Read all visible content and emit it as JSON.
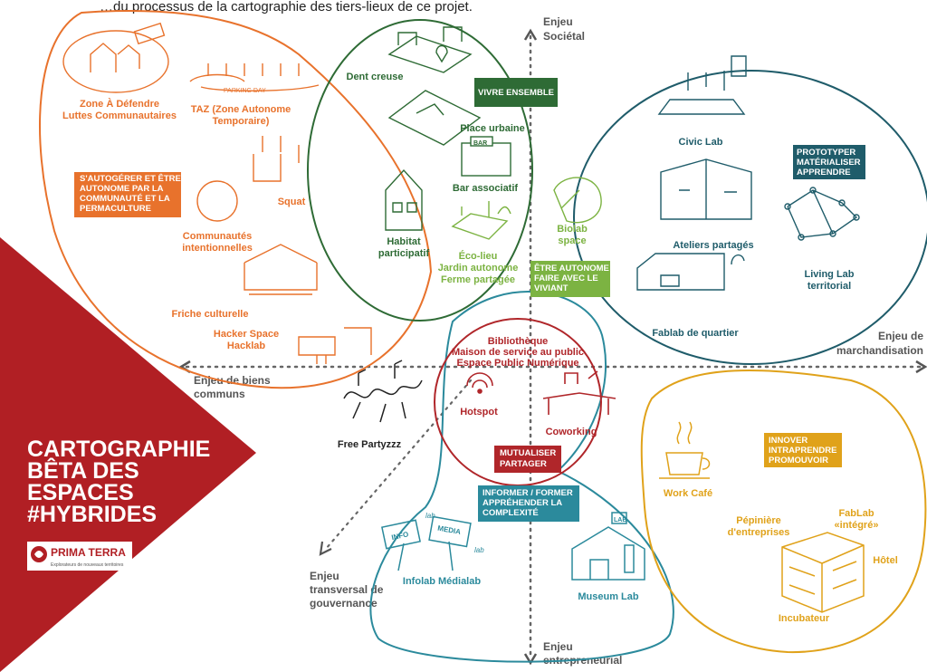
{
  "top_text": "…du processus de la cartographie des tiers-lieux de ce projet.",
  "axes": {
    "top": [
      "Enjeu",
      "Sociétal"
    ],
    "right": [
      "Enjeu de",
      "marchandisation"
    ],
    "left": [
      "Enjeu de biens",
      "communs"
    ],
    "bottom": [
      "Enjeu",
      "entrepreneurial"
    ],
    "diagonal": [
      "Enjeu",
      "transversal de",
      "gouvernance"
    ]
  },
  "orange": {
    "labels": [
      [
        "Zone À Défendre",
        "Luttes Communautaires"
      ],
      [
        "TAZ (Zone Autonome",
        "Temporaire)"
      ],
      [
        "Squat"
      ],
      [
        "Communautés",
        "intentionnelles"
      ],
      [
        "Friche culturelle"
      ],
      [
        "Hacker Space",
        "Hacklab"
      ]
    ],
    "box": [
      "S'AUTOGÉRER ET ÊTRE",
      "AUTONOME PAR LA",
      "COMMUNAUTÉ ET LA",
      "PERMACULTURE"
    ],
    "sketch_text": "PARKING DAY"
  },
  "green": {
    "labels": [
      [
        "Dent creuse"
      ],
      [
        "Place urbaine"
      ],
      [
        "Bar associatif"
      ],
      [
        "Habitat",
        "participatif"
      ]
    ],
    "box": [
      "VIVRE ENSEMBLE"
    ],
    "sketch_text": "BAR"
  },
  "lightgreen": {
    "labels": [
      [
        "Éco-lieu",
        "Jardin autonome",
        "Ferme partagée"
      ],
      [
        "Biolab",
        "space"
      ]
    ],
    "box": [
      "ÊTRE AUTONOME",
      "FAIRE AVEC LE",
      "VIVIANT"
    ]
  },
  "teal": {
    "labels": [
      [
        "Civic Lab"
      ],
      [
        "Ateliers partagés"
      ],
      [
        "Living Lab",
        "territorial"
      ],
      [
        "Fablab de quartier"
      ]
    ],
    "box": [
      "PROTOTYPER",
      "MATÉRIALISER",
      "APPRENDRE"
    ]
  },
  "red": {
    "labels": [
      [
        "Bibliothèque",
        "Maison de service au public",
        "Espace Public Numérique"
      ],
      [
        "Hotspot"
      ],
      [
        "Coworking"
      ]
    ],
    "box": [
      "MUTUALISER",
      "PARTAGER"
    ]
  },
  "cyan": {
    "labels": [
      [
        "Infolab Médialab"
      ],
      [
        "Museum Lab"
      ]
    ],
    "box": [
      "INFORMER / FORMER",
      "APPRÉHENDER LA",
      "COMPLEXITÉ"
    ],
    "sketch_texts": [
      "INFO",
      "lab",
      "MEDIA",
      "lab",
      "LAB"
    ]
  },
  "yellow": {
    "labels": [
      [
        "Work Café"
      ],
      [
        "Pépinière",
        "d'entreprises"
      ],
      [
        "FabLab",
        "«intégré»"
      ],
      [
        "Hôtel"
      ],
      [
        "Incubateur"
      ]
    ],
    "box": [
      "INNOVER",
      "INTRAPRENDRE",
      "PROMOUVOIR"
    ]
  },
  "free": [
    "Free Partyzzz"
  ],
  "title": [
    "CARTOGRAPHIE",
    "BÊTA DES",
    "ESPACES",
    "#HYBRIDES"
  ],
  "logo": {
    "name": "PRIMA TERRA",
    "tagline": "Explorateurs de nouveaux territoires"
  },
  "colors": {
    "orange": "#e8722c",
    "green": "#2e6b35",
    "lightgreen": "#7cb342",
    "teal": "#1f5c6a",
    "red": "#b0262a",
    "cyan": "#2b8a9c",
    "yellow": "#e0a21a"
  }
}
